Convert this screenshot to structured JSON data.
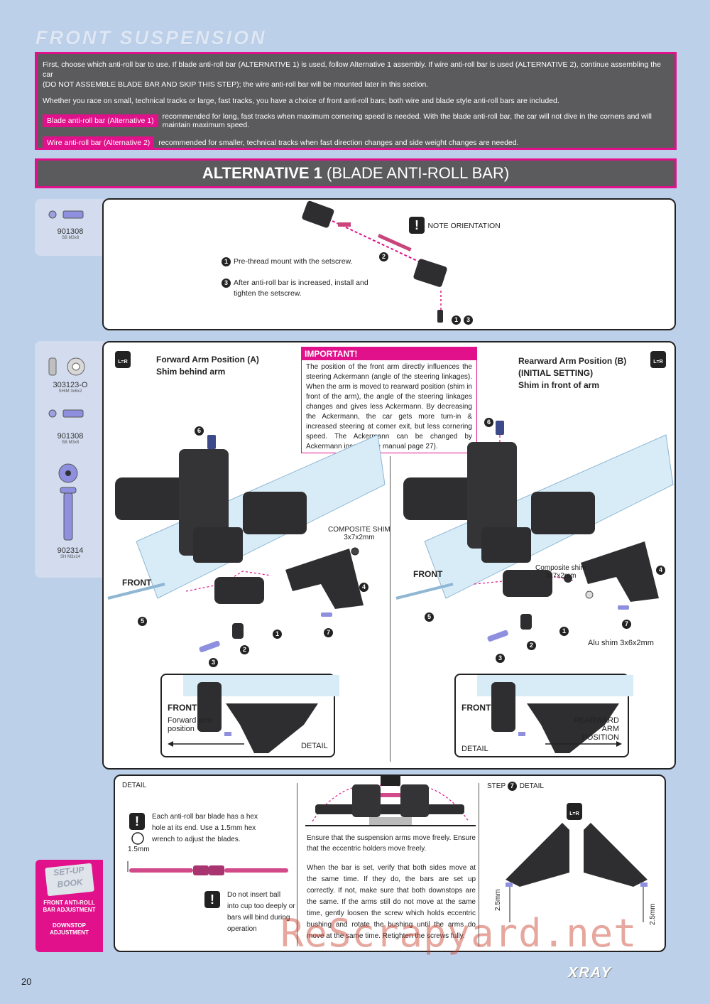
{
  "header": {
    "title": "FRONT SUSPENSION"
  },
  "intro": {
    "line1": "First, choose which anti-roll bar to use. If blade anti-roll bar (ALTERNATIVE 1) is used, follow Alternative 1 assembly. If wire anti-roll bar is used (ALTERNATIVE 2), continue assembling the car",
    "line2": "(DO NOT ASSEMBLE BLADE BAR AND SKIP THIS STEP); the wire anti-roll bar will be mounted later in this section.",
    "line3": "Whether you race on small, technical tracks or large, fast tracks, you have a choice of front anti-roll bars; both wire and blade style anti-roll bars are included.",
    "blade_tag": "Blade anti-roll bar (Alternative 1)",
    "blade_text": "recommended for long, fast tracks when maximum cornering speed is needed. With the blade anti-roll bar, the car will not dive in the corners and will maintain maximum speed.",
    "wire_tag": "Wire anti-roll bar (Alternative 2)",
    "wire_text": "recommended for smaller, technical tracks when fast direction changes and side weight changes are needed."
  },
  "alt_banner": {
    "bold": "ALTERNATIVE 1",
    "rest": " (BLADE ANTI-ROLL BAR)"
  },
  "parts_top": [
    {
      "code": "901308",
      "desc": "SB M3x8"
    }
  ],
  "parts_main": [
    {
      "code": "303123-O",
      "desc": "SHIM 3x6x2"
    },
    {
      "code": "901308",
      "desc": "SB M3x8"
    },
    {
      "code": "902314",
      "desc": "SH M3x14"
    }
  ],
  "step_top": {
    "note_orientation": "NOTE ORIENTATION",
    "step1": "Pre-thread mount with the setscrew.",
    "step3a": "After anti-roll bar is increased, install and",
    "step3b": "tighten the setscrew.",
    "n1": "1",
    "n2": "2",
    "n3": "3",
    "warn": "!"
  },
  "step_main": {
    "lr": "L=R",
    "forward_title": "Forward Arm Position (A)",
    "forward_sub": "Shim behind arm",
    "rearward_title": "Rearward Arm Position (B)",
    "rearward_sub1": "(INITIAL SETTING)",
    "rearward_sub2": "Shim in front of arm",
    "important_title": "IMPORTANT!",
    "important_text": "The position of the front arm directly influences the steering Ackermann (angle of the steering linkages). When the arm is moved to rearward position (shim in front of the arm), the angle of the steering linkages changes and gives less Ackermann. By decreasing the Ackermann, the car gets more turn-in & increased steering at corner exit, but less cornering speed. The Ackermann can be changed by Ackermann inserts (see manual page 27).",
    "composite_shim_a1": "COMPOSITE SHIM",
    "composite_shim_a2": "3x7x2mm",
    "composite_shim_b1": "Composite shim",
    "composite_shim_b2": "3x7x2mm",
    "alu_shim": "Alu shim 3x6x2mm",
    "front": "FRONT",
    "detail": "DETAIL",
    "forward_arm1": "Forward arm",
    "forward_arm2": "position",
    "rearward_arm1": "REARWARD",
    "rearward_arm2": "ARM POSITION",
    "n1": "1",
    "n2": "2",
    "n3": "3",
    "n4": "4",
    "n5": "5",
    "n6": "6",
    "n7": "7"
  },
  "bottom": {
    "detail": "DETAIL",
    "hex_note1": "Each anti-roll bar blade has a hex",
    "hex_note2": "hole at its end. Use a 1.5mm hex",
    "hex_note3": "wrench to adjust the blades.",
    "hex_size": "1.5mm",
    "ball_note1": "Do not insert ball",
    "ball_note2": "into cup too deeply or",
    "ball_note3": "bars will bind during",
    "ball_note4": "operation",
    "free_note": "Ensure that the suspension arms move freely. Ensure that the eccentric holders move freely.",
    "set_note": "When the bar is set, verify that both sides move at the same time. If they do, the bars are set up correctly. If not, make sure that both downstops are the same. If the arms still do not move at the same time, gently loosen the screw which holds eccentric bushing and rotate the bushing until the arms do move at the same time. Retighten the screws fully.",
    "step7_detail_a": "STEP",
    "step7_detail_n": "7",
    "step7_detail_b": "DETAIL",
    "downstop_l": "2.5mm",
    "downstop_r": "2.5mm",
    "lr": "L=R",
    "warn": "!"
  },
  "setup_book": {
    "title": "SET-UP BOOK",
    "item1": "FRONT ANTI-ROLL BAR ADJUSTMENT",
    "item2": "DOWNSTOP ADJUSTMENT"
  },
  "footer": {
    "page_number": "20",
    "brand": "XRAY",
    "watermark": "ReScrapyard.net"
  },
  "colors": {
    "accent": "#e0118a",
    "panel": "#5b5b5e",
    "background": "#bcd0ea"
  }
}
